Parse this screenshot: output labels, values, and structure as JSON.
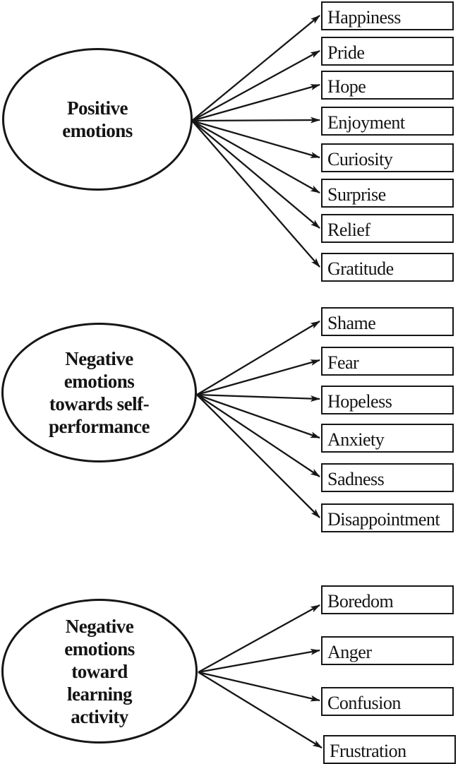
{
  "colors": {
    "ink": "#141414",
    "background": "#ffffff"
  },
  "sections": [
    {
      "factor_label": "Positive emotions",
      "factor_lines": [
        "Positive",
        "emotions"
      ],
      "indicators": [
        "Happiness",
        "Pride",
        "Hope",
        "Enjoyment",
        "Curiosity",
        "Surprise",
        "Relief",
        "Gratitude"
      ]
    },
    {
      "factor_label": "Negative emotions towards self-performance",
      "factor_lines": [
        "Negative",
        "emotions",
        "towards self-",
        "performance"
      ],
      "indicators": [
        "Shame",
        "Fear",
        "Hopeless",
        "Anxiety",
        "Sadness",
        "Disappointment"
      ]
    },
    {
      "factor_label": "Negative emotions toward learning activity",
      "factor_lines": [
        "Negative",
        "emotions",
        "toward",
        "learning",
        "activity"
      ],
      "indicators": [
        "Boredom",
        "Anger",
        "Confusion",
        "Frustration"
      ]
    }
  ]
}
